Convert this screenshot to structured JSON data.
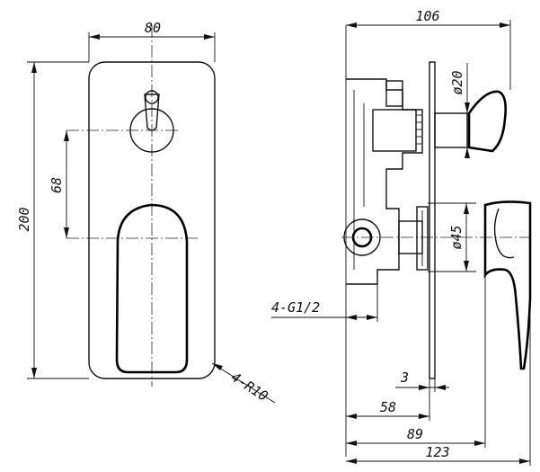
{
  "front_view": {
    "width_label": "80",
    "height_label": "200",
    "spacing_label": "68",
    "corner_label": "4-R10"
  },
  "side_view": {
    "depth_total_label": "106",
    "knob_diameter_label": "ø20",
    "flange_diameter_label": "ø45",
    "thread_label": "4-G1/2",
    "plate_thickness_label": "3",
    "body_depth_label": "58",
    "handle_depth_label": "89",
    "overall_depth_label": "123"
  }
}
